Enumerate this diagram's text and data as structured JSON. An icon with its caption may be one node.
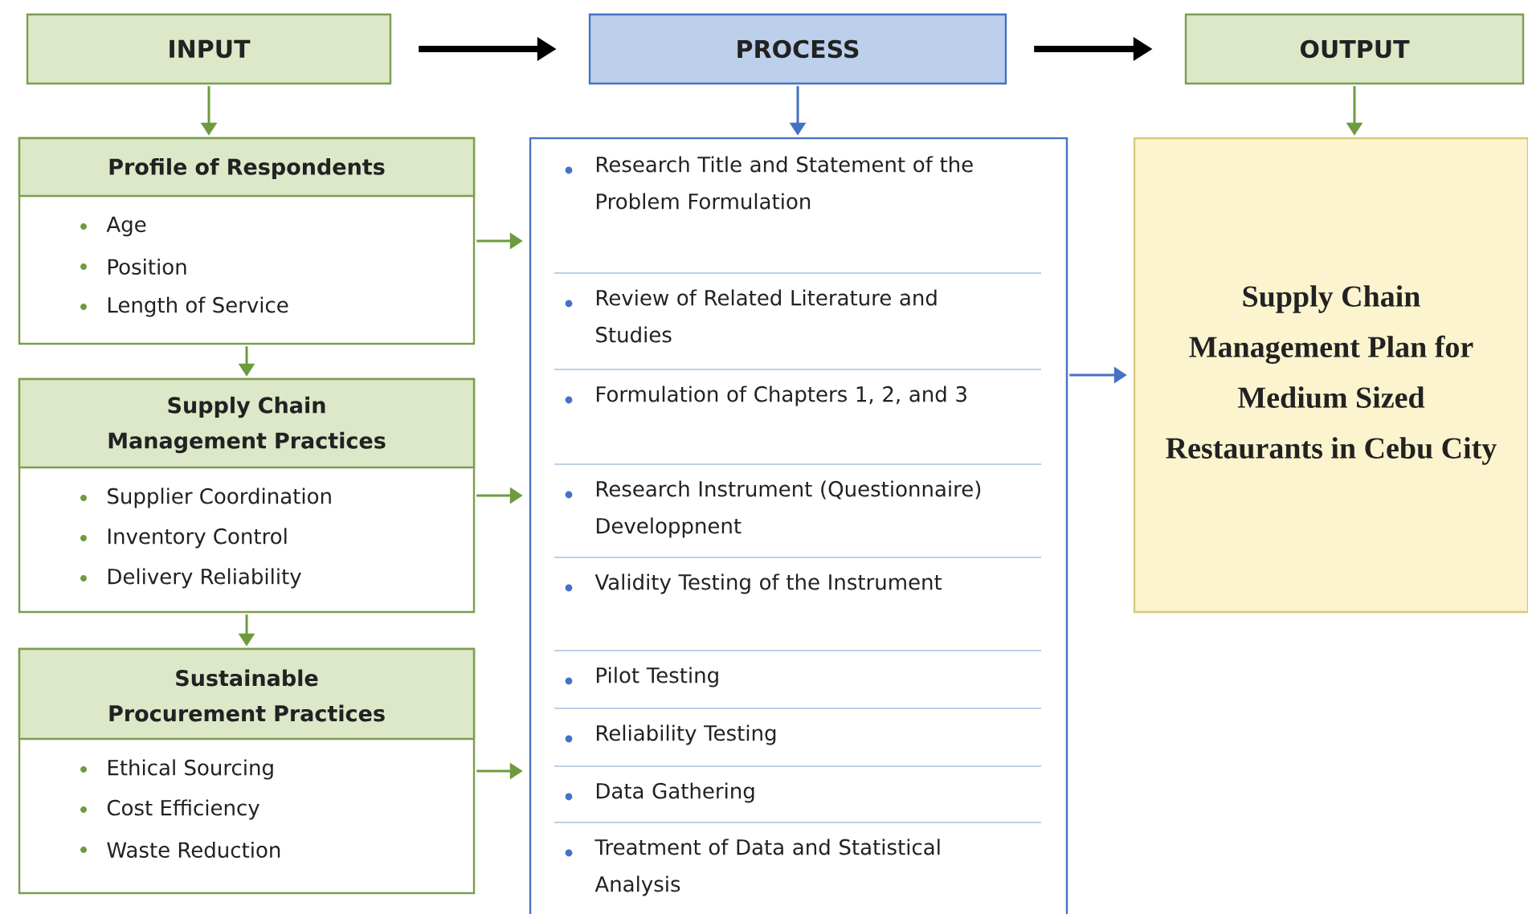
{
  "diagram": {
    "nodes": [
      {
        "text": [
          "INPUT"
        ]
      },
      {
        "text": [
          "PROCESS"
        ]
      },
      {
        "text": [
          "OUTPUT"
        ]
      },
      {
        "text": [
          "Profile of Respondents",
          "Age",
          "Position",
          "Length of Service"
        ]
      },
      {
        "text": [
          "Supply Chain Management Practices",
          "Supplier Coordination",
          "Inventory Control",
          "Delivery Reliability"
        ]
      },
      {
        "text": [
          "Sustainable Procurement Practices",
          "Ethical Sourcing",
          "Cost Efficiency",
          "Waste Reduction"
        ]
      },
      {
        "text": [
          "Research Title and Statement of the Problem Formulation",
          "Review of Related Literature and Studies",
          "Formulation of Chapters 1, 2, and 3",
          "Research Instrument (Questionnaire) Developpnent",
          "Validity Testing of the Instrument",
          "Pilot Testing",
          "Reliability Testing",
          "Data Gathering",
          "Treatment of Data and Statistical Analysis"
        ]
      },
      {
        "text": [
          "Supply Chain Management Plan for Medium Sized Restaurants in Cebu City"
        ]
      }
    ],
    "edges": [
      {
        "from": 0,
        "to": 1,
        "arrow": "to",
        "style": "thick",
        "color": "#000000"
      },
      {
        "from": 1,
        "to": 2,
        "arrow": "to",
        "style": "thick",
        "color": "#000000"
      },
      {
        "from": 0,
        "to": 3,
        "arrow": "to"
      },
      {
        "from": 1,
        "to": 6,
        "arrow": "to",
        "color": "#4472c4"
      },
      {
        "from": 2,
        "to": 7,
        "arrow": "to"
      },
      {
        "from": 3,
        "to": 4,
        "arrow": "to"
      },
      {
        "from": 4,
        "to": 5,
        "arrow": "to"
      },
      {
        "from": 3,
        "to": 6,
        "arrow": "to"
      },
      {
        "from": 4,
        "to": 6,
        "arrow": "to"
      },
      {
        "from": 5,
        "to": 6,
        "arrow": "to"
      },
      {
        "from": 6,
        "to": 7,
        "arrow": "to",
        "color": "#4472c4"
      }
    ]
  }
}
